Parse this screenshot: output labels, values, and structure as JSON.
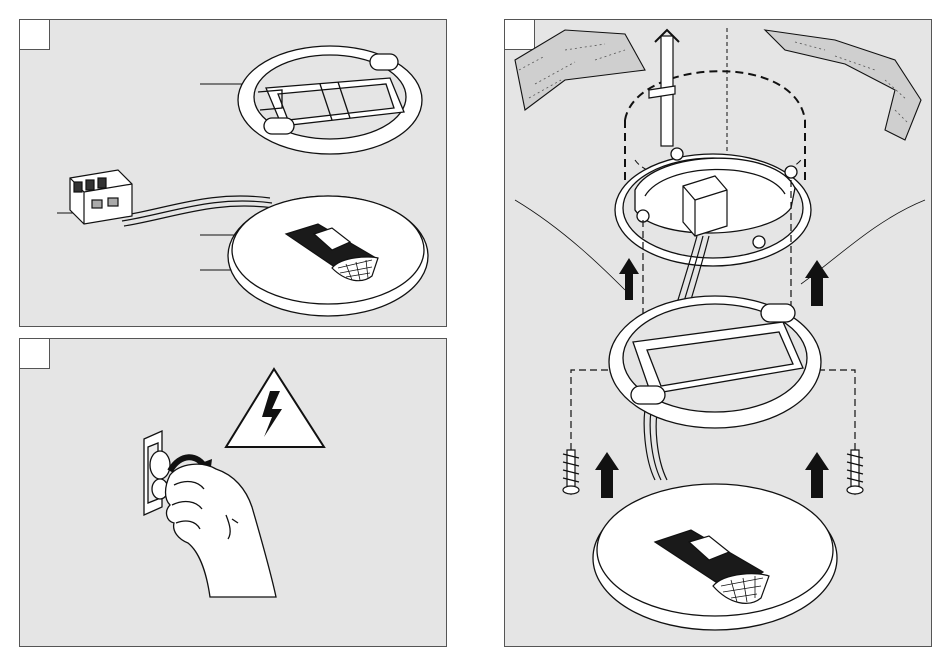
{
  "panels": [
    {
      "id": "components",
      "step_label": ""
    },
    {
      "id": "power-off",
      "step_label": ""
    },
    {
      "id": "mounting",
      "step_label": ""
    }
  ],
  "colors": {
    "panel_bg": "#e5e5e5",
    "outline": "#1a1a1a",
    "part_fill": "#ffffff",
    "arrow": "#111111"
  },
  "icons": [
    "mounting-plate",
    "terminal-block",
    "sensor-light-cover",
    "motion-sensor",
    "warning-high-voltage-icon",
    "wall-switch",
    "hand",
    "wall-plug",
    "screw",
    "up-arrow",
    "ceiling"
  ]
}
